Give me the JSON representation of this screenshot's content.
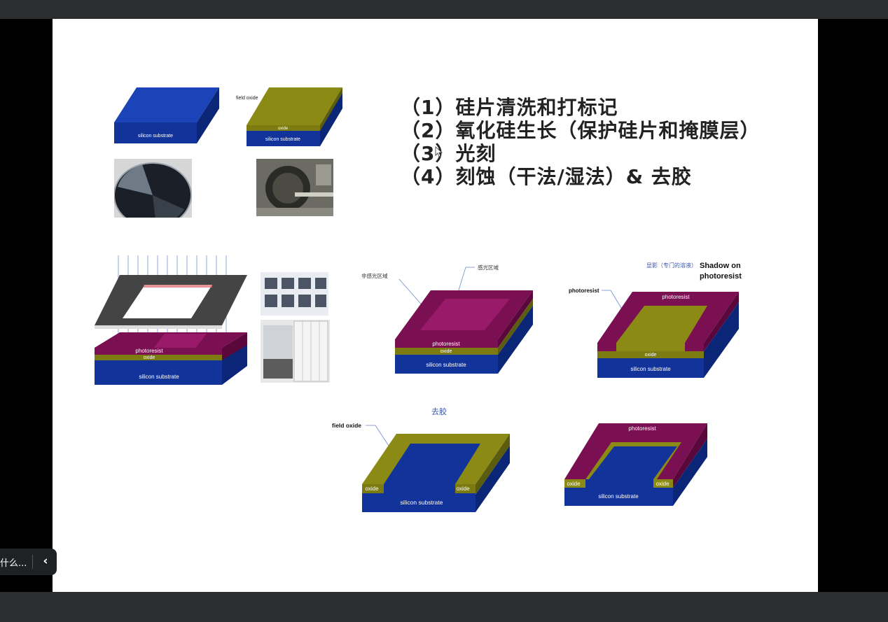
{
  "colors": {
    "substrate": "#11339a",
    "oxide": "#7b7b12",
    "photoresist": "#7a0f52",
    "mask": "#4a4a4a"
  },
  "steps": [
    "（1）硅片清洗和打标记",
    "（2）氧化硅生长（保护硅片和掩膜层）",
    "（3）光刻",
    "（4）刻蚀（干法/湿法）& 去胶"
  ],
  "diagrams": {
    "block1": {
      "substrate": "silicon substrate"
    },
    "block2": {
      "field_oxide": "field oxide",
      "oxide": "oxide",
      "substrate": "silicon substrate"
    },
    "exposure": {
      "photoresist": "photoresist",
      "oxide": "oxide",
      "substrate": "silicon substrate"
    },
    "regions": {
      "unexposed": "非感光区域",
      "exposed": "感光区域",
      "photoresist": "photoresist",
      "oxide": "oxide",
      "substrate": "silicon substrate"
    },
    "develop": {
      "caption": "显影（专门的溶液）",
      "shadow": "Shadow on",
      "shadow2": "photoresist",
      "pointer": "photoresist",
      "top": "photoresist",
      "oxide": "oxide",
      "substrate": "silicon substrate"
    },
    "strip": {
      "caption": "去胶",
      "field_oxide": "field oxide",
      "oxide_l": "oxide",
      "oxide_r": "oxide",
      "substrate": "silicon substrate"
    },
    "etched": {
      "photoresist": "photoresist",
      "oxide_l": "oxide",
      "oxide_r": "oxide",
      "substrate": "silicon substrate"
    }
  },
  "ai_assistant": {
    "label": "什么...",
    "chevron": "‹"
  }
}
